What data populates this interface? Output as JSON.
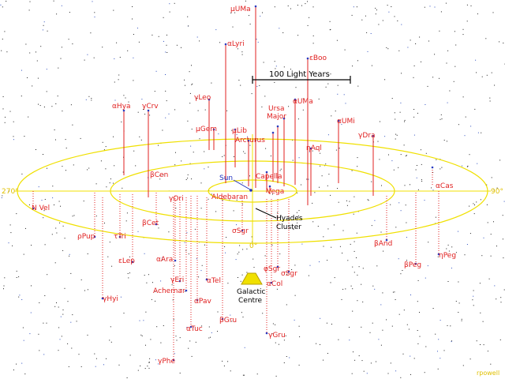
{
  "colors": {
    "ring": "#f0e000",
    "star_label": "#e02020",
    "stem_up": "#e02020",
    "stem_down": "#e02020",
    "text": "#000000",
    "sun": "#2030c0",
    "galactic_icon": "#f0e000"
  },
  "scale_bar": {
    "label": "100 Light Years"
  },
  "ring_labels": {
    "left": "270°",
    "right": "90°",
    "bottom": "0°"
  },
  "sun_label": "Sun",
  "annotations": {
    "hyades": [
      "Hyades",
      "Cluster"
    ],
    "galactic": [
      "Galactic",
      "Centre"
    ]
  },
  "credit": "rpowell",
  "stars": [
    {
      "label": "μUMa"
    },
    {
      "label": "αLyri"
    },
    {
      "label": "εBoo"
    },
    {
      "label": "αHya"
    },
    {
      "label": "γCrv"
    },
    {
      "label": "γLeo"
    },
    {
      "label": "αUMa"
    },
    {
      "label": "Ursa"
    },
    {
      "label": "Major"
    },
    {
      "label": "αUMi"
    },
    {
      "label": "μGem"
    },
    {
      "label": "μLib"
    },
    {
      "label": "ηAql"
    },
    {
      "label": "γDra"
    },
    {
      "label": "Arcturus"
    },
    {
      "label": "βCen"
    },
    {
      "label": "Capella"
    },
    {
      "label": "αCas"
    },
    {
      "label": "Vega"
    },
    {
      "label": "Aldebaran"
    },
    {
      "label": "γOri"
    },
    {
      "label": "βCet"
    },
    {
      "label": "N Vel"
    },
    {
      "label": "ρPup"
    },
    {
      "label": "τTri"
    },
    {
      "label": "σSgr"
    },
    {
      "label": "βAnd"
    },
    {
      "label": "εLep"
    },
    {
      "label": "αAra"
    },
    {
      "label": "φSgr"
    },
    {
      "label": "σSgr"
    },
    {
      "label": "βPeg"
    },
    {
      "label": "ηPeg"
    },
    {
      "label": "γEri"
    },
    {
      "label": "αTel"
    },
    {
      "label": "αCol"
    },
    {
      "label": "Achernar"
    },
    {
      "label": "αPav"
    },
    {
      "label": "γHyi"
    },
    {
      "label": "βGru"
    },
    {
      "label": "αTuc"
    },
    {
      "label": "γGru"
    },
    {
      "label": "γPhe"
    }
  ]
}
